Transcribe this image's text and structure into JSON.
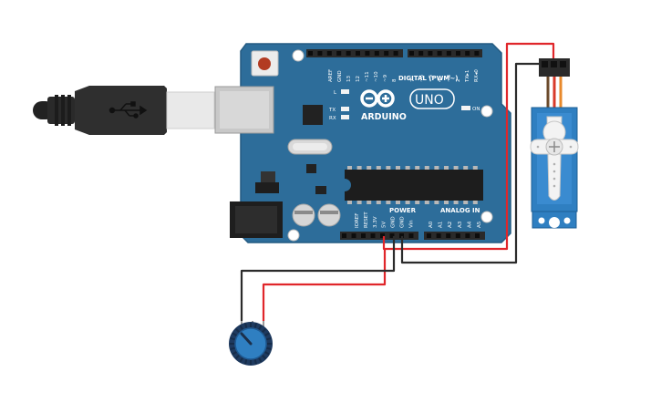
{
  "board": {
    "brand": "ARDUINO",
    "model": "UNO",
    "digital_header": "DIGITAL (PWM~)",
    "power_header": "POWER",
    "analog_header": "ANALOG IN",
    "led_l": "L",
    "led_tx": "TX",
    "led_rx": "RX",
    "led_on": "ON",
    "digital_pins": [
      "AREF",
      "GND",
      "13",
      "12",
      "~11",
      "~10",
      "~9",
      "8",
      "7",
      "~6",
      "~5",
      "4",
      "~3",
      "2",
      "TX▸1",
      "RX◂0"
    ],
    "power_pins": [
      "IOREF",
      "RESET",
      "3.3V",
      "5V",
      "GND",
      "GND",
      "Vin"
    ],
    "analog_pins": [
      "A0",
      "A1",
      "A2",
      "A3",
      "A4",
      "A5"
    ]
  },
  "colors": {
    "board": "#2d6d9a",
    "board_edge": "#245b82",
    "wire_red": "#e0262a",
    "wire_black": "#2b2b2b",
    "servo": "#2f7fc1",
    "usb_plug": "#333333"
  },
  "components": [
    "usb-cable",
    "arduino-uno",
    "servo-motor",
    "potentiometer"
  ]
}
